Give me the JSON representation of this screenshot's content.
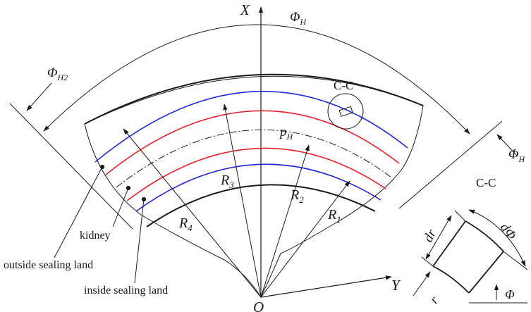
{
  "colors": {
    "stroke": "#1a1a1a",
    "red_arc": "#e8202a",
    "blue_arc": "#1f2ad6",
    "background": "#ffffff"
  },
  "axes": {
    "x_axis": "X",
    "y_axis": "Y",
    "origin": "O"
  },
  "angles": {
    "phi_H": {
      "sym": "Φ",
      "sub": "H"
    },
    "phi_H2": {
      "sym": "Φ",
      "sub": "H2"
    },
    "phi_H_right": {
      "sym": "Φ",
      "sub": "H"
    }
  },
  "radii": [
    {
      "sym": "R",
      "sub": "4"
    },
    {
      "sym": "R",
      "sub": "3"
    },
    {
      "sym": "R",
      "sub": "2"
    },
    {
      "sym": "R",
      "sub": "1"
    }
  ],
  "pressure": {
    "sym": "p",
    "sub": "H"
  },
  "section": {
    "callout": "C-C",
    "detail_title": "C-C"
  },
  "detail": {
    "dr": "dr",
    "dphi": "dΦ",
    "r": "r",
    "phi": "Φ"
  },
  "labels": {
    "kidney": "kidney",
    "outside_sealing_land": "outside sealing land",
    "inside_sealing_land": "inside sealing land"
  }
}
